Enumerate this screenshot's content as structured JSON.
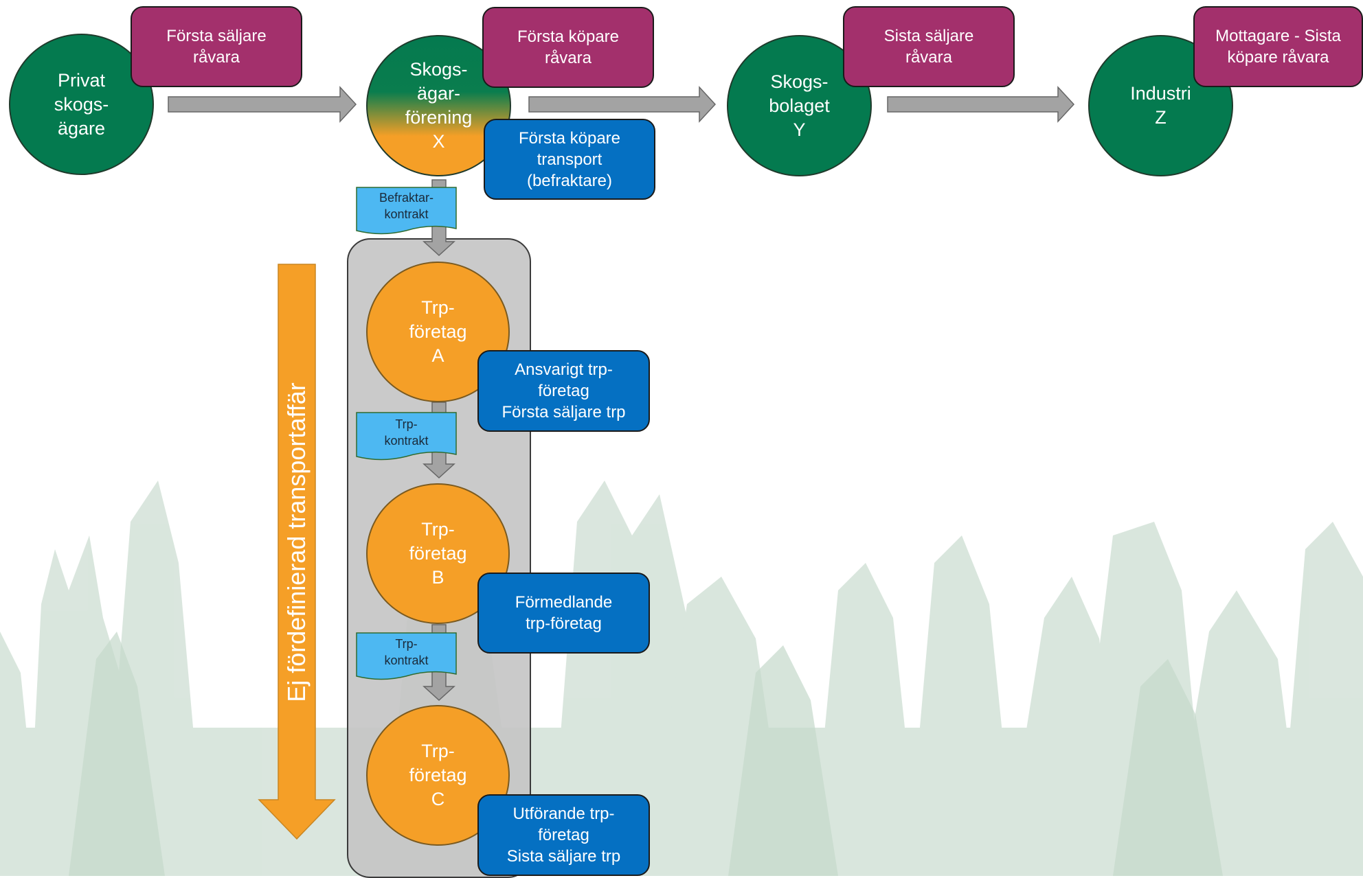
{
  "colors": {
    "actor_green": "#047a4f",
    "transport_orange": "#f59f27",
    "role_purple": "#a3306c",
    "role_blue": "#0570c2",
    "contract_blue": "#4db8f2",
    "arrow_gray": "#a3a3a3",
    "panel_gray": "#c4c4c4"
  },
  "actors": {
    "private_owner": "Privat\nskogs-\nägare",
    "association": "Skogs-\nägar-\nförening\nX",
    "company": "Skogs-\nbolaget\nY",
    "industry": "Industri\nZ"
  },
  "roles": {
    "first_seller_raw": "Första säljare\nråvara",
    "first_buyer_raw": "Första köpare\nråvara",
    "last_seller_raw": "Sista säljare\nråvara",
    "receiver": "Mottagare - Sista\nköpare råvara",
    "first_buyer_transport": "Första köpare\ntransport\n(befraktare)",
    "responsible_trp": "Ansvarigt trp-\nföretag\nFörsta säljare trp",
    "mediating_trp": "Förmedlande\ntrp-företag",
    "executing_trp": "Utförande trp-\nföretag\nSista säljare trp"
  },
  "transport_companies": {
    "a": "Trp-\nföretag\nA",
    "b": "Trp-\nföretag\nB",
    "c": "Trp-\nföretag\nC"
  },
  "contracts": {
    "charter": "Befraktar-\nkontrakt",
    "trp1": "Trp-\nkontrakt",
    "trp2": "Trp-\nkontrakt"
  },
  "vertical_label": "Ej fördefinierad transportaffär"
}
